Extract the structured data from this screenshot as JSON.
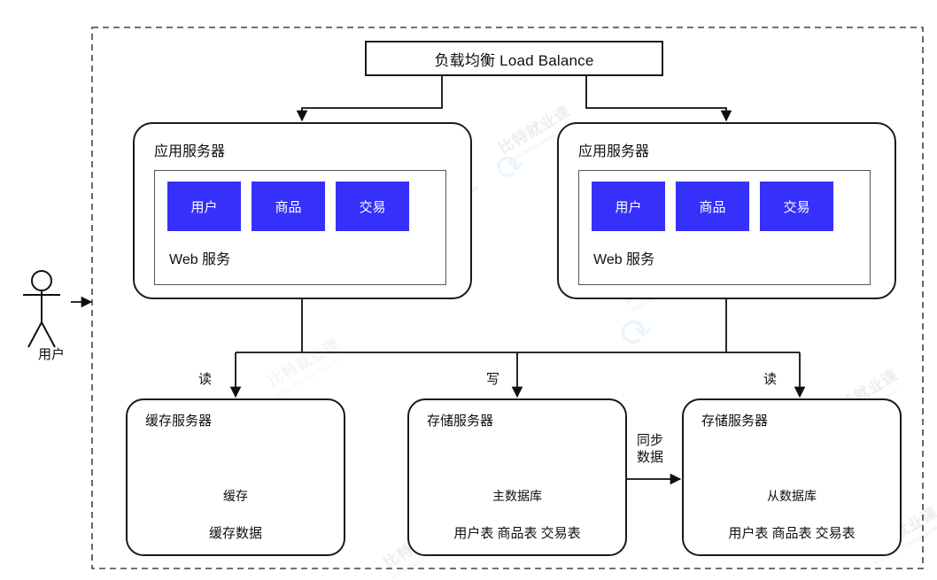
{
  "diagram": {
    "title": "负载均衡 Load Balance",
    "outer_boundary": "dashed-system-boundary",
    "actor": {
      "icon": "user-stick-figure-icon",
      "label": "用户"
    },
    "load_balancer": {
      "label": "负载均衡 Load Balance"
    },
    "app_servers": [
      {
        "title": "应用服务器",
        "container_label": "Web 服务",
        "services": [
          "用户",
          "商品",
          "交易"
        ]
      },
      {
        "title": "应用服务器",
        "container_label": "Web 服务",
        "services": [
          "用户",
          "商品",
          "交易"
        ]
      }
    ],
    "storage_nodes": [
      {
        "title": "缓存服务器",
        "db_icon": "database-cylinder-icon",
        "db_label": "缓存",
        "footer": "缓存数据"
      },
      {
        "title": "存储服务器",
        "db_icon": "database-cylinder-icon",
        "db_label": "主数据库",
        "footer": "用户表 商品表 交易表"
      },
      {
        "title": "存储服务器",
        "db_icon": "database-cylinder-icon",
        "db_label": "从数据库",
        "footer": "用户表 商品表 交易表"
      }
    ],
    "edge_labels": {
      "read_left": "读",
      "write": "写",
      "read_right": "读",
      "sync": "同步\n数据",
      "sync_line1": "同步",
      "sync_line2": "数据"
    },
    "colors": {
      "service_blue": "#3630fb",
      "stroke": "#1a1a1a",
      "inner_stroke": "#555555",
      "background": "#ffffff",
      "watermark": "#c9ccd4",
      "watermark_logo": "#dbeaf8"
    }
  },
  "watermark": {
    "text": "比特就业课",
    "url": "www.bitejiuyeke.com",
    "logo_glyph": "e"
  }
}
